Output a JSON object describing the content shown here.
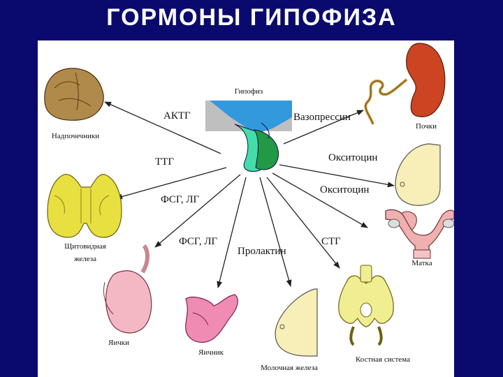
{
  "title": "ГОРМОНЫ  ГИПОФИЗА",
  "center": {
    "label": "Гипофиз"
  },
  "hormones": {
    "actg": "АКТГ",
    "vasopressin": "Вазопрессин",
    "ttg": "ТТГ",
    "oxytocin_1": "Окситоцин",
    "oxytocin_2": "Окситоцин",
    "fsg_lg_1": "ФСГ, ЛГ",
    "fsg_lg_2": "ФСГ, ЛГ",
    "prolactin": "Пролактин",
    "stg": "СТГ"
  },
  "organs": {
    "adrenals": "Надпочечники",
    "kidneys": "Почки",
    "thyroid_1": "Щитовидная",
    "thyroid_2": "железа",
    "uterus": "Матка",
    "testes": "Яички",
    "ovary": "Яичник",
    "mammary": "Молочная железа",
    "skeleton": "Костная система"
  },
  "colors": {
    "background": "#0a0a6e",
    "pituitary_blue": "#3399dd",
    "pituitary_light": "#44ddaa",
    "pituitary_dark": "#229944",
    "adrenal": "#b08a4a",
    "kidney": "#cc4422",
    "thyroid": "#e8e040",
    "breast": "#f7eeb8",
    "uterus": "#f0b0b0",
    "testis": "#f4b8c4",
    "ovary": "#f08cb4",
    "bone": "#f0ee90"
  }
}
